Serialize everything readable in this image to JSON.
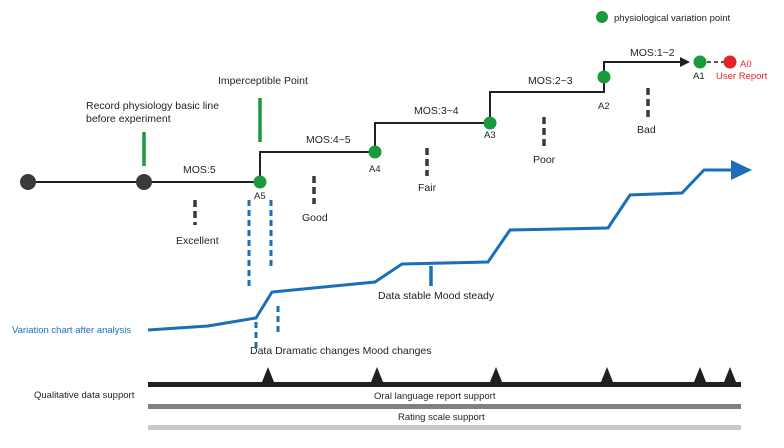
{
  "legend": {
    "label": "physiological variation point",
    "color": "#1a9a3c"
  },
  "baseline_note": {
    "line1": "Record physiology basic line",
    "line2": "before experiment"
  },
  "imperceptible": "Imperceptible Point",
  "mos": [
    "MOS:5",
    "MOS:4~5",
    "MOS:3~4",
    "MOS:2~3",
    "MOS:1~2"
  ],
  "points": [
    "A5",
    "A4",
    "A3",
    "A2",
    "A1"
  ],
  "a0": {
    "label": "A0",
    "sub": "User Report",
    "color": "#e3242b"
  },
  "quality": [
    "Excellent",
    "Good",
    "Fair",
    "Poor",
    "Bad"
  ],
  "variation_label": "Variation chart after analysis",
  "stable_label": "Data stable Mood steady",
  "dramatic_label": "Data Dramatic changes Mood changes",
  "support": {
    "qualitative": "Qualitative data support",
    "oral": "Oral language report support",
    "rating": "Rating scale support"
  },
  "colors": {
    "line": "#231f20",
    "blue": "#1a6fb8",
    "green": "#1a9a3c",
    "gray": "#808080",
    "light": "#c8c8c8"
  }
}
